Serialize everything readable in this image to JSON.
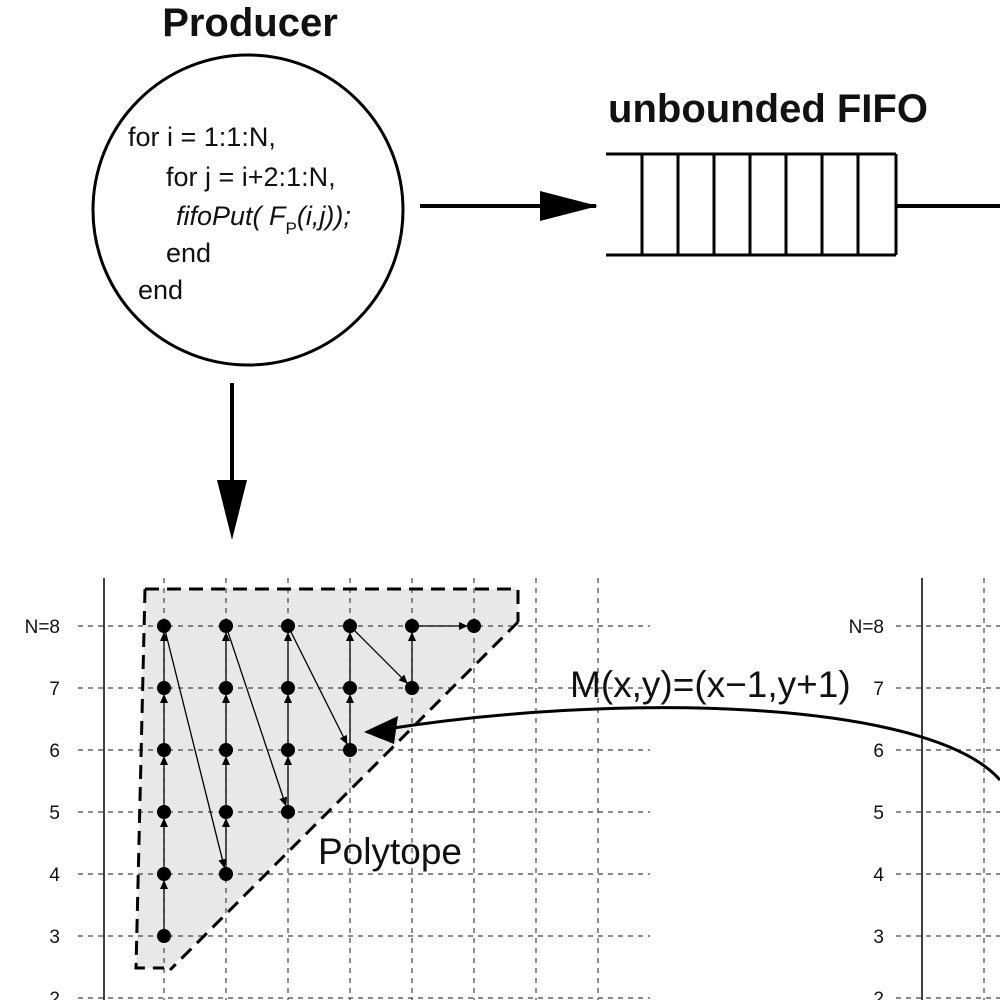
{
  "producer": {
    "title": "Producer",
    "code": {
      "line1": "for i = 1:1:N,",
      "line2": "for j = i+2:1:N,",
      "line3_fn": "fifoPut( ",
      "line3_F": "F",
      "line3_sub": "P",
      "line3_args": "(i,j));",
      "line4": "end",
      "line5": "end"
    }
  },
  "fifo": {
    "title": "unbounded FIFO",
    "cells": 8
  },
  "polytope": {
    "label": "Polytope",
    "mapping": "M(x,y)=(x−1,y+1)"
  },
  "left_grid": {
    "n_label": "N=8",
    "y_labels": [
      "7",
      "6",
      "5",
      "4",
      "3",
      "2"
    ],
    "points": [
      [
        1,
        8
      ],
      [
        2,
        8
      ],
      [
        3,
        8
      ],
      [
        4,
        8
      ],
      [
        5,
        8
      ],
      [
        6,
        8
      ],
      [
        1,
        7
      ],
      [
        2,
        7
      ],
      [
        3,
        7
      ],
      [
        4,
        7
      ],
      [
        5,
        7
      ],
      [
        1,
        6
      ],
      [
        2,
        6
      ],
      [
        3,
        6
      ],
      [
        4,
        6
      ],
      [
        1,
        5
      ],
      [
        2,
        5
      ],
      [
        3,
        5
      ],
      [
        1,
        4
      ],
      [
        2,
        4
      ],
      [
        1,
        3
      ]
    ]
  },
  "right_grid": {
    "n_label": "N=8",
    "y_labels": [
      "7",
      "6",
      "5",
      "4",
      "3",
      "2"
    ]
  }
}
